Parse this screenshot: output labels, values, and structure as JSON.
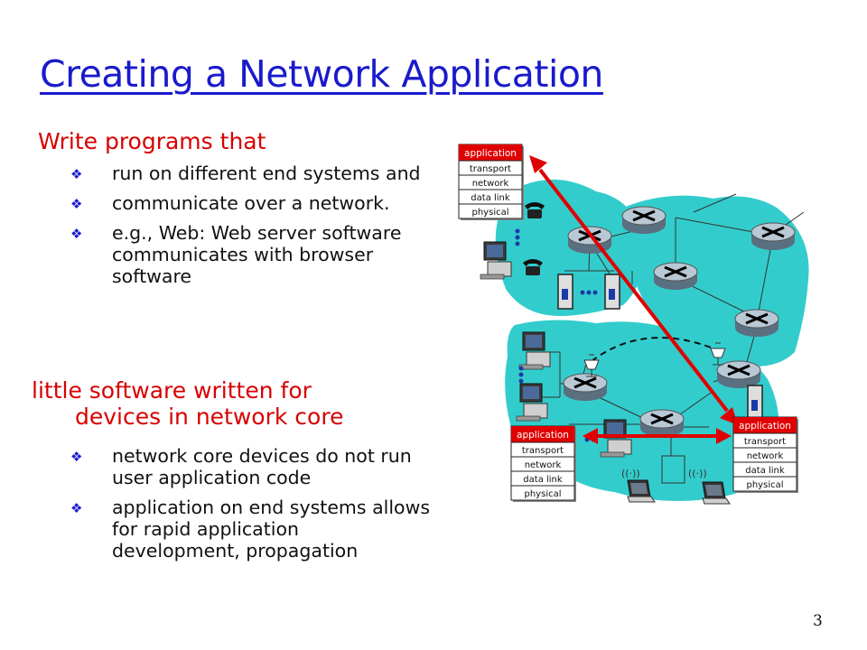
{
  "slide": {
    "title": "Creating a Network Application",
    "heading1": "Write programs that",
    "bullets1": [
      "run on different end systems and",
      "communicate over a network.",
      "e.g., Web: Web server software communicates with browser software"
    ],
    "heading2_line1": "little software written for",
    "heading2_line2": "devices in network core",
    "bullets2": [
      "network core devices do not run user application code",
      "application on end systems allows for rapid application development, propagation"
    ],
    "page_number": "3",
    "bullet_icon": "diamond-bullet-icon"
  },
  "diagram": {
    "stack_layers": [
      "application",
      "transport",
      "network",
      "data link",
      "physical"
    ],
    "colors": {
      "cloud": "#33cccc",
      "application_layer": "#e00000",
      "arrow": "#e00000",
      "title": "#1a1acc",
      "heading": "#d80000"
    }
  }
}
